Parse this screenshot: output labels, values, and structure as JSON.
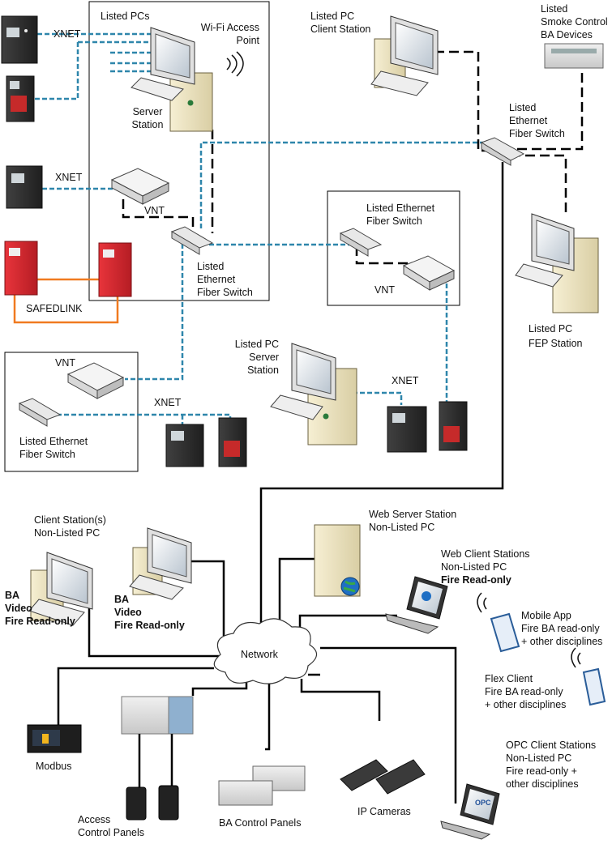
{
  "labels": {
    "xnet_top": "XNET",
    "listed_pcs": "Listed PCs",
    "wifi_1": "Wi-Fi Access",
    "wifi_2": "Point",
    "server_1": "Server",
    "server_2": "Station",
    "client_1": "Listed PC",
    "client_2": "Client Station",
    "smoke_1": "Listed",
    "smoke_2": "Smoke Control",
    "smoke_3": "BA Devices",
    "sw_right_1": "Listed",
    "sw_right_2": "Ethernet",
    "sw_right_3": "Fiber Switch",
    "xnet_mid": "XNET",
    "vnt_1": "VNT",
    "sw_center_1": "Listed",
    "sw_center_2": "Ethernet",
    "sw_center_3": "Fiber Switch",
    "sw_box_1": "Listed Ethernet",
    "sw_box_2": "Fiber Switch",
    "vnt_2": "VNT",
    "safedlink": "SAFEDLINK",
    "fep_1": "Listed PC",
    "fep_2": "FEP Station",
    "vnt_3": "VNT",
    "xnet_lower": "XNET",
    "sw_lower_1": "Listed Ethernet",
    "sw_lower_2": "Fiber Switch",
    "srv2_1": "Listed PC",
    "srv2_2": "Server",
    "srv2_3": "Station",
    "xnet_srv": "XNET",
    "cs_1": "Client Station(s)",
    "cs_2": "Non-Listed PC",
    "ba_left_1": "BA",
    "ba_left_2": "Video",
    "ba_left_3": "Fire Read-only",
    "ba_mid_1": "BA",
    "ba_mid_2": "Video",
    "ba_mid_3": "Fire Read-only",
    "ws_1": "Web Server Station",
    "ws_2": "Non-Listed PC",
    "wc_1": "Web Client Stations",
    "wc_2": "Non-Listed PC",
    "wc_3": "Fire Read-only",
    "network": "Network",
    "mobile_1": "Mobile App",
    "mobile_2": "Fire BA read-only",
    "mobile_3": "+ other disciplines",
    "flex_1": "Flex Client",
    "flex_2": "Fire BA read-only",
    "flex_3": "+ other disciplines",
    "opc_1": "OPC Client Stations",
    "opc_2": "Non-Listed PC",
    "opc_3": "Fire read-only +",
    "opc_4": "other disciplines",
    "modbus": "Modbus",
    "access_1": "Access",
    "access_2": "Control Panels",
    "ba_panels": "BA Control Panels",
    "ip_cameras": "IP Cameras",
    "opc_logo": "OPC"
  },
  "colors": {
    "xnet_line": "#2e86ab",
    "ethernet_line": "#000000",
    "safedlink_line": "#f07a20",
    "panel_red": "#d7262e",
    "panel_dark": "#2d2d2d",
    "beige": "#efe6c4"
  }
}
